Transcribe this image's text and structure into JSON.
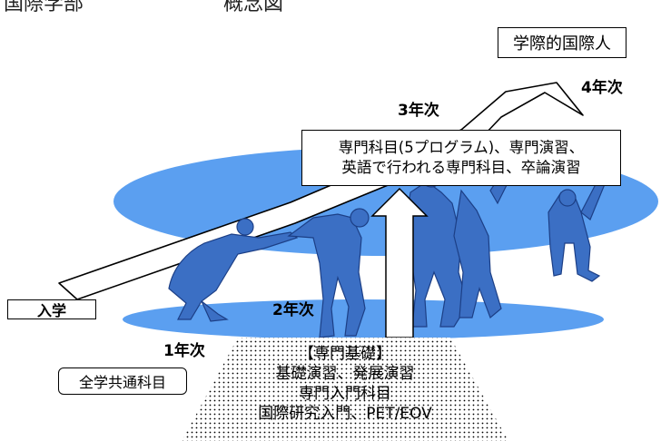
{
  "page": {
    "header_partial": "国際学部　　　　　　　概念図"
  },
  "labels": {
    "nyugaku": "入学",
    "year1": "1年次",
    "year2": "2年次",
    "year3": "3年次",
    "year4": "4年次",
    "goal": "学際的国際人",
    "common": "全学共通科目"
  },
  "upper_box": {
    "line1": "専門科目(5プログラム)、専門演習、",
    "line2": "英語で行われる専門科目、卒論演習"
  },
  "foundation": {
    "title": "【専門基礎】",
    "line1": "基礎演習、発展演習",
    "line2": "専門入門科目",
    "line3": "国際研究入門、PET/EOV"
  },
  "colors": {
    "ellipse": "#5b9ff0",
    "figures": "#3b6fc4",
    "figures_dark": "#1c3f86",
    "outline": "#000000"
  }
}
